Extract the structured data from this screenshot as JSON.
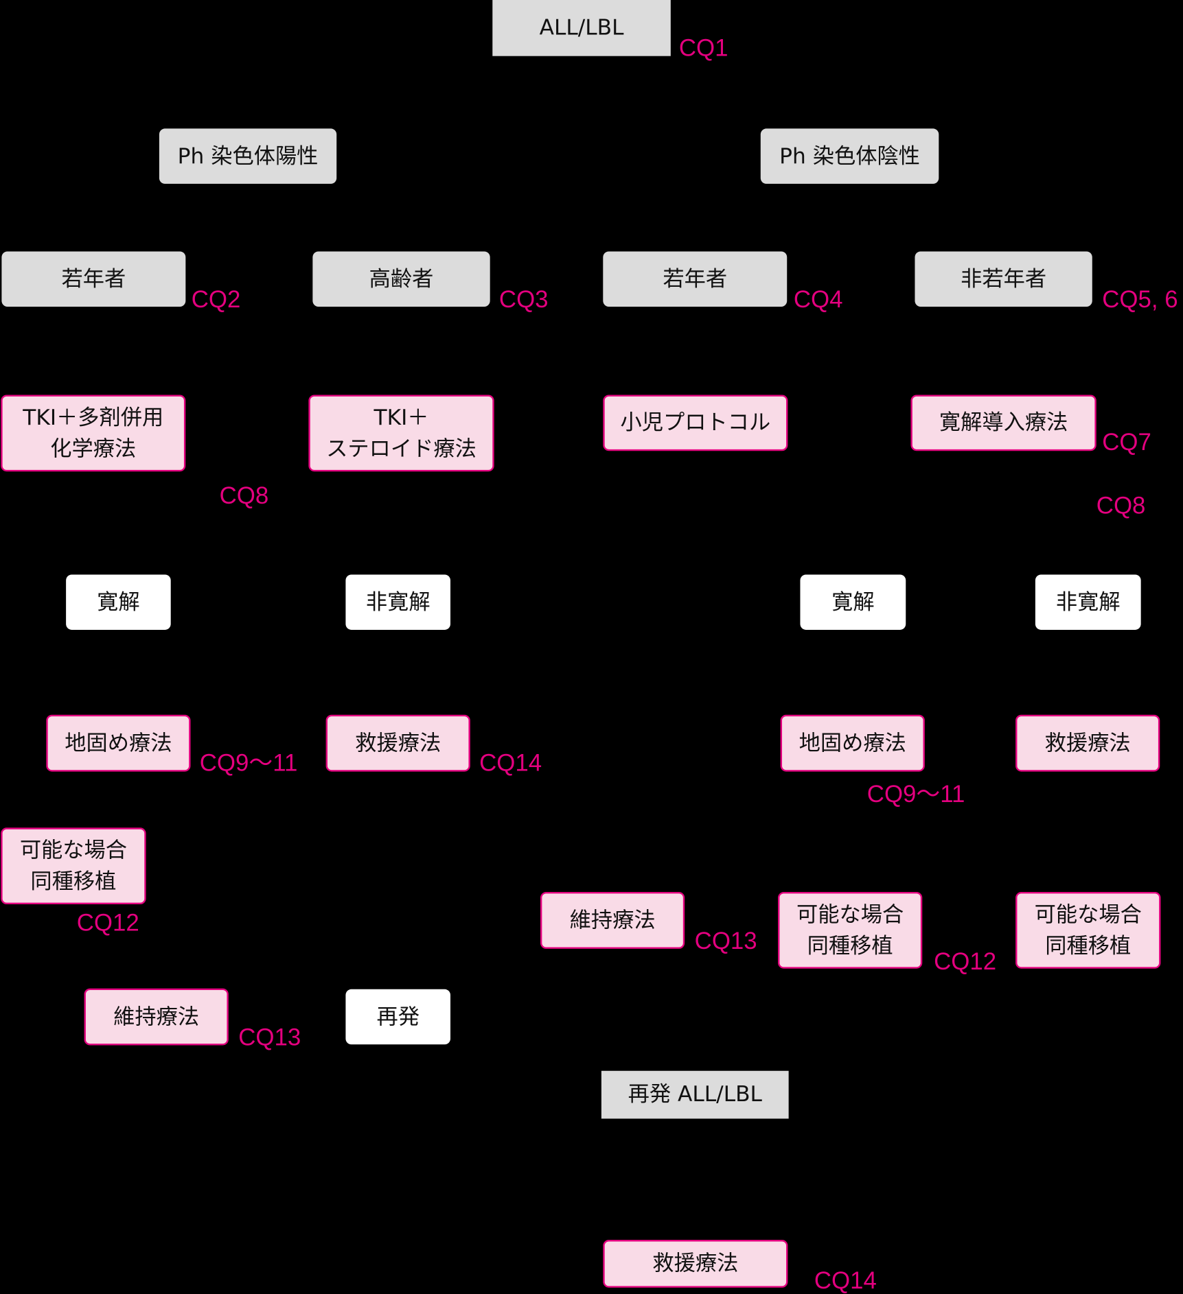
{
  "colors": {
    "background": "#000000",
    "grey_box": "#dcdcdc",
    "pink_box": "#f9dbe7",
    "accent": "#e4007f",
    "white_box": "#ffffff"
  },
  "nodes": [
    {
      "id": "root",
      "label": "ALL/LBL",
      "style": "grey-square"
    },
    {
      "id": "ph-positive",
      "label": "Ph 染色体陽性",
      "style": "grey"
    },
    {
      "id": "ph-negative",
      "label": "Ph 染色体陰性",
      "style": "grey"
    },
    {
      "id": "pos-young",
      "label": "若年者",
      "style": "grey"
    },
    {
      "id": "pos-elderly",
      "label": "高齢者",
      "style": "grey"
    },
    {
      "id": "neg-young",
      "label": "若年者",
      "style": "grey"
    },
    {
      "id": "neg-nonyoung",
      "label": "非若年者",
      "style": "grey"
    },
    {
      "id": "tki-chemo",
      "label": "TKI＋多剤併用\n化学療法",
      "style": "pink"
    },
    {
      "id": "tki-steroid",
      "label": "TKI＋\nステロイド療法",
      "style": "pink"
    },
    {
      "id": "pediatric-protocol",
      "label": "小児プロトコル",
      "style": "pink"
    },
    {
      "id": "induction",
      "label": "寛解導入療法",
      "style": "pink"
    },
    {
      "id": "pos-remission",
      "label": "寛解",
      "style": "white"
    },
    {
      "id": "pos-nonremission",
      "label": "非寛解",
      "style": "white"
    },
    {
      "id": "neg-remission",
      "label": "寛解",
      "style": "white"
    },
    {
      "id": "neg-nonremission",
      "label": "非寛解",
      "style": "white"
    },
    {
      "id": "pos-consolidation",
      "label": "地固め療法",
      "style": "pink"
    },
    {
      "id": "pos-salvage",
      "label": "救援療法",
      "style": "pink"
    },
    {
      "id": "neg-consolidation",
      "label": "地固め療法",
      "style": "pink"
    },
    {
      "id": "neg-salvage",
      "label": "救援療法",
      "style": "pink"
    },
    {
      "id": "pos-transplant",
      "label": "可能な場合\n同種移植",
      "style": "pink"
    },
    {
      "id": "neg-maintenance",
      "label": "維持療法",
      "style": "pink"
    },
    {
      "id": "neg-transplant",
      "label": "可能な場合\n同種移植",
      "style": "pink"
    },
    {
      "id": "neg-salvage-transplant",
      "label": "可能な場合\n同種移植",
      "style": "pink"
    },
    {
      "id": "pos-maintenance",
      "label": "維持療法",
      "style": "pink"
    },
    {
      "id": "relapse",
      "label": "再発",
      "style": "white"
    },
    {
      "id": "relapsed-all",
      "label": "再発 ALL/LBL",
      "style": "grey-square"
    },
    {
      "id": "relapse-salvage",
      "label": "救援療法",
      "style": "pink"
    }
  ],
  "cq_labels": [
    "CQ1",
    "CQ2",
    "CQ3",
    "CQ4",
    "CQ5, 6",
    "CQ7",
    "CQ8",
    "CQ8",
    "CQ9〜11",
    "CQ14",
    "CQ9〜11",
    "CQ12",
    "CQ13",
    "CQ12",
    "CQ13",
    "CQ14"
  ]
}
